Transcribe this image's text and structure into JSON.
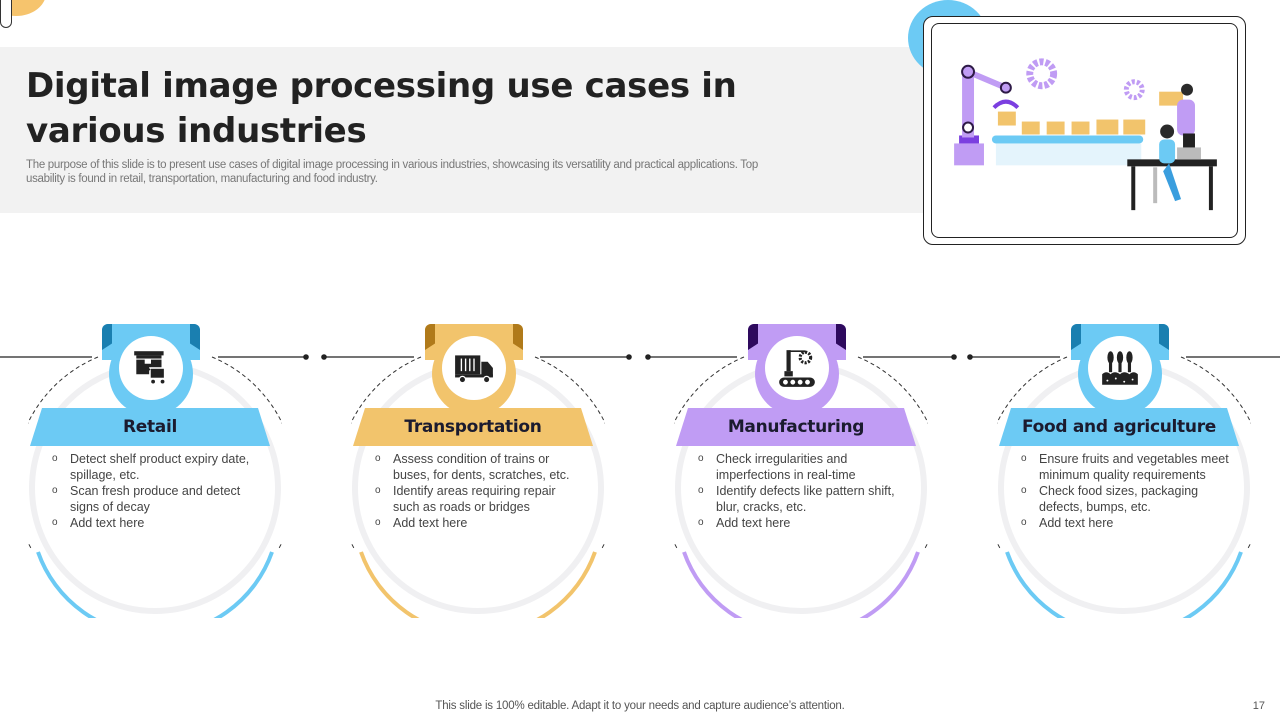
{
  "slide": {
    "title": "Digital image processing use cases in various industries",
    "subtitle": "The purpose of this slide is to present use cases of digital image processing in various industries, showcasing its versatility and practical applications. Top usability is found in retail, transportation, manufacturing and food industry.",
    "footer_note": "This slide is 100% editable. Adapt it to your needs and capture audience’s attention.",
    "page_number": "17"
  },
  "illustration": {
    "icon": "factory-conveyor-illustration"
  },
  "cards": [
    {
      "title": "Retail",
      "icon": "shop-cart-icon",
      "colors": {
        "main": "#6ccaf4",
        "dark": "#1a7fb0"
      },
      "bullets": [
        "Detect shelf product expiry date, spillage, etc.",
        "Scan fresh produce and detect signs of decay",
        "Add text here"
      ]
    },
    {
      "title": "Transportation",
      "icon": "truck-icon",
      "colors": {
        "main": "#f2c46c",
        "dark": "#b07a1a"
      },
      "bullets": [
        "Assess condition of trains or buses, for dents, scratches, etc.",
        "Identify areas requiring repair such as roads or bridges",
        "Add text here"
      ]
    },
    {
      "title": "Manufacturing",
      "icon": "robotic-arm-conveyor-icon",
      "colors": {
        "main": "#c09cf4",
        "dark": "#2e0a5e"
      },
      "bullets": [
        "Check irregularities and imperfections in real-time",
        "Identify defects like pattern shift, blur, cracks, etc.",
        "Add text here"
      ]
    },
    {
      "title": "Food and agriculture",
      "icon": "crops-plant-icon",
      "colors": {
        "main": "#6ccaf4",
        "dark": "#1a7fb0"
      },
      "bullets": [
        "Ensure fruits and vegetables meet minimum quality requirements",
        "Check food sizes, packaging defects, bumps, etc.",
        "Add text here"
      ]
    }
  ]
}
